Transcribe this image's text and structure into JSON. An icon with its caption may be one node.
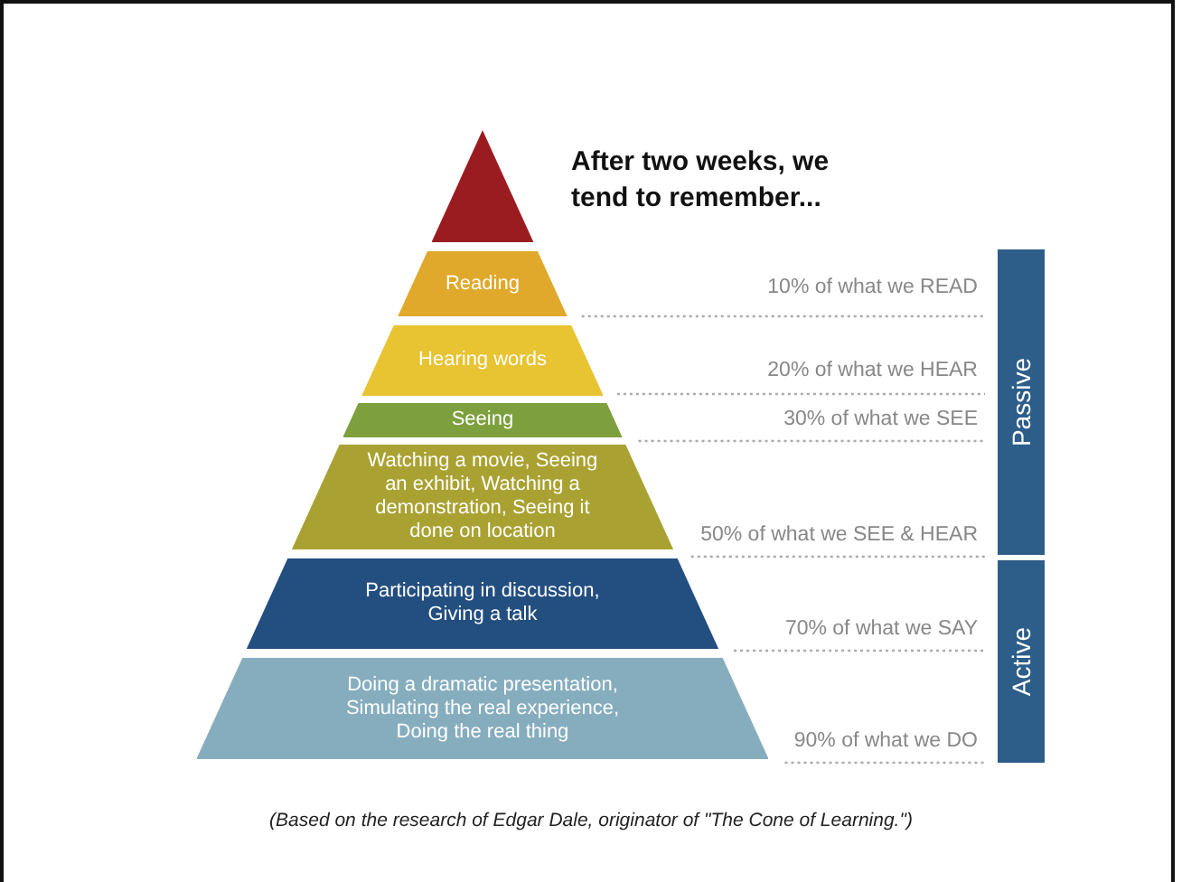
{
  "diagram": {
    "title": "After two weeks, we tend to remember...",
    "caption": "(Based on the research of Edgar Dale, originator of \"The Cone of Learning.\")",
    "nodes": [
      {
        "text": [],
        "shape": "triangle"
      },
      {
        "text": [
          "Reading"
        ]
      },
      {
        "text": [
          "Hearing words"
        ]
      },
      {
        "text": [
          "Seeing"
        ]
      },
      {
        "text": [
          "Watching a movie, Seeing an exhibit, Watching a demonstration, Seeing it done on location"
        ]
      },
      {
        "text": [
          "Participating in discussion, Giving a talk"
        ]
      },
      {
        "text": [
          "Doing a dramatic presentation, Simulating the real experience, Doing the real thing"
        ]
      },
      {
        "text": [
          "Passive"
        ]
      },
      {
        "text": [
          "Active"
        ]
      }
    ],
    "edges": [],
    "labels": [
      "10% of what we READ",
      "20% of what we HEAR",
      "30% of what we SEE",
      "50% of what we SEE & HEAR",
      "70% of what we SAY",
      "90% of what we DO"
    ]
  }
}
